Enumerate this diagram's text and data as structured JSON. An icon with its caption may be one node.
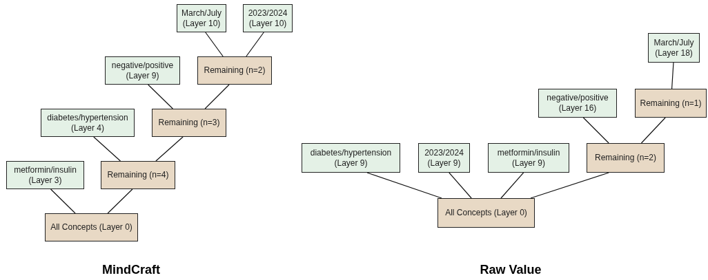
{
  "diagram": {
    "nodes": [
      {
        "text": [
          "March/July (Layer 10)"
        ]
      },
      {
        "text": [
          "2023/2024 (Layer 10)"
        ]
      },
      {
        "text": [
          "negative/positive (Layer 9)"
        ]
      },
      {
        "text": [
          "Remaining (n=2)"
        ]
      },
      {
        "text": [
          "diabetes/hypertension (Layer 4)"
        ]
      },
      {
        "text": [
          "Remaining (n=3)"
        ]
      },
      {
        "text": [
          "metformin/insulin (Layer 3)"
        ]
      },
      {
        "text": [
          "Remaining (n=4)"
        ]
      },
      {
        "text": [
          "All Concepts (Layer 0)"
        ]
      },
      {
        "text": [
          "March/July (Layer 18)"
        ]
      },
      {
        "text": [
          "negative/positive (Layer 16)"
        ]
      },
      {
        "text": [
          "Remaining (n=1)"
        ]
      },
      {
        "text": [
          "diabetes/hypertension (Layer 9)"
        ]
      },
      {
        "text": [
          "2023/2024 (Layer 9)"
        ]
      },
      {
        "text": [
          "metformin/insulin (Layer 9)"
        ]
      },
      {
        "text": [
          "Remaining (n=2)"
        ]
      },
      {
        "text": [
          "All Concepts (Layer 0)"
        ]
      }
    ],
    "edges": [
      {
        "from": 3,
        "to": 0,
        "arrow": "none"
      },
      {
        "from": 3,
        "to": 1,
        "arrow": "none"
      },
      {
        "from": 5,
        "to": 2,
        "arrow": "none"
      },
      {
        "from": 5,
        "to": 3,
        "arrow": "none"
      },
      {
        "from": 7,
        "to": 4,
        "arrow": "none"
      },
      {
        "from": 7,
        "to": 5,
        "arrow": "none"
      },
      {
        "from": 8,
        "to": 6,
        "arrow": "none"
      },
      {
        "from": 8,
        "to": 7,
        "arrow": "none"
      },
      {
        "from": 11,
        "to": 9,
        "arrow": "none"
      },
      {
        "from": 15,
        "to": 10,
        "arrow": "none"
      },
      {
        "from": 15,
        "to": 11,
        "arrow": "none"
      },
      {
        "from": 16,
        "to": 12,
        "arrow": "none"
      },
      {
        "from": 16,
        "to": 13,
        "arrow": "none"
      },
      {
        "from": 16,
        "to": 14,
        "arrow": "none"
      },
      {
        "from": 16,
        "to": 15,
        "arrow": "none"
      }
    ],
    "labels": [
      "MindCraft",
      "Raw Value"
    ]
  }
}
